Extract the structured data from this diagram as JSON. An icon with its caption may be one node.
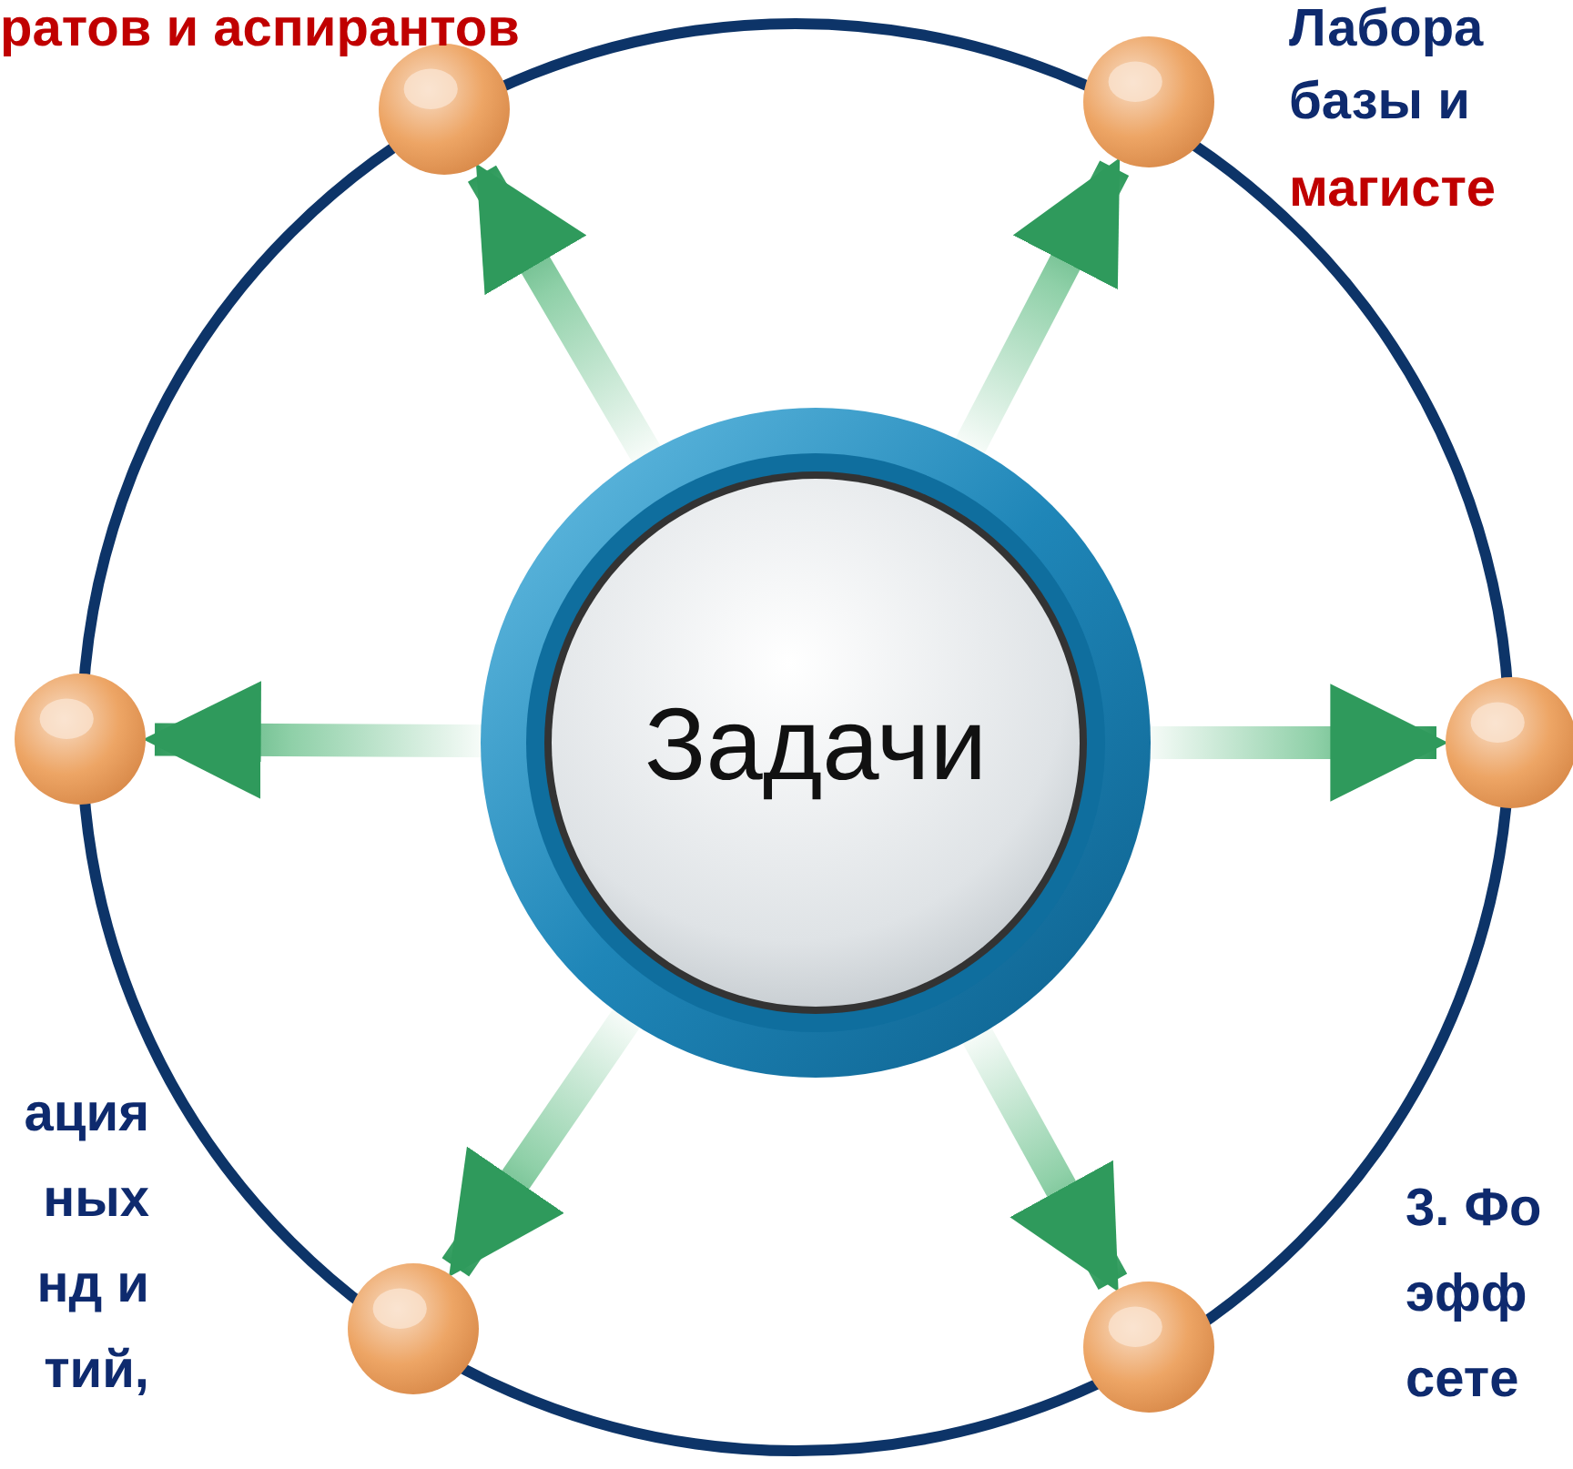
{
  "diagram": {
    "nodes": [
      {
        "text": [
          "Задачи"
        ]
      },
      {
        "text": [],
        "shape": "circle"
      },
      {
        "text": [],
        "shape": "circle"
      },
      {
        "text": [],
        "shape": "circle"
      },
      {
        "text": [],
        "shape": "circle"
      },
      {
        "text": [],
        "shape": "circle"
      },
      {
        "text": [],
        "shape": "circle"
      }
    ],
    "edges": [
      {
        "from": 0,
        "to": 1,
        "arrow": "to"
      },
      {
        "from": 0,
        "to": 2,
        "arrow": "to"
      },
      {
        "from": 0,
        "to": 3,
        "arrow": "to"
      },
      {
        "from": 0,
        "to": 4,
        "arrow": "to"
      },
      {
        "from": 0,
        "to": 5,
        "arrow": "to"
      },
      {
        "from": 0,
        "to": 6,
        "arrow": "to"
      }
    ],
    "labels": [
      "ратов и аспирантов",
      "Лабора",
      "базы и",
      "магисте",
      "ация",
      "ных",
      "нд и",
      "тий,",
      "3. Фо",
      "эфф",
      "сете"
    ]
  }
}
